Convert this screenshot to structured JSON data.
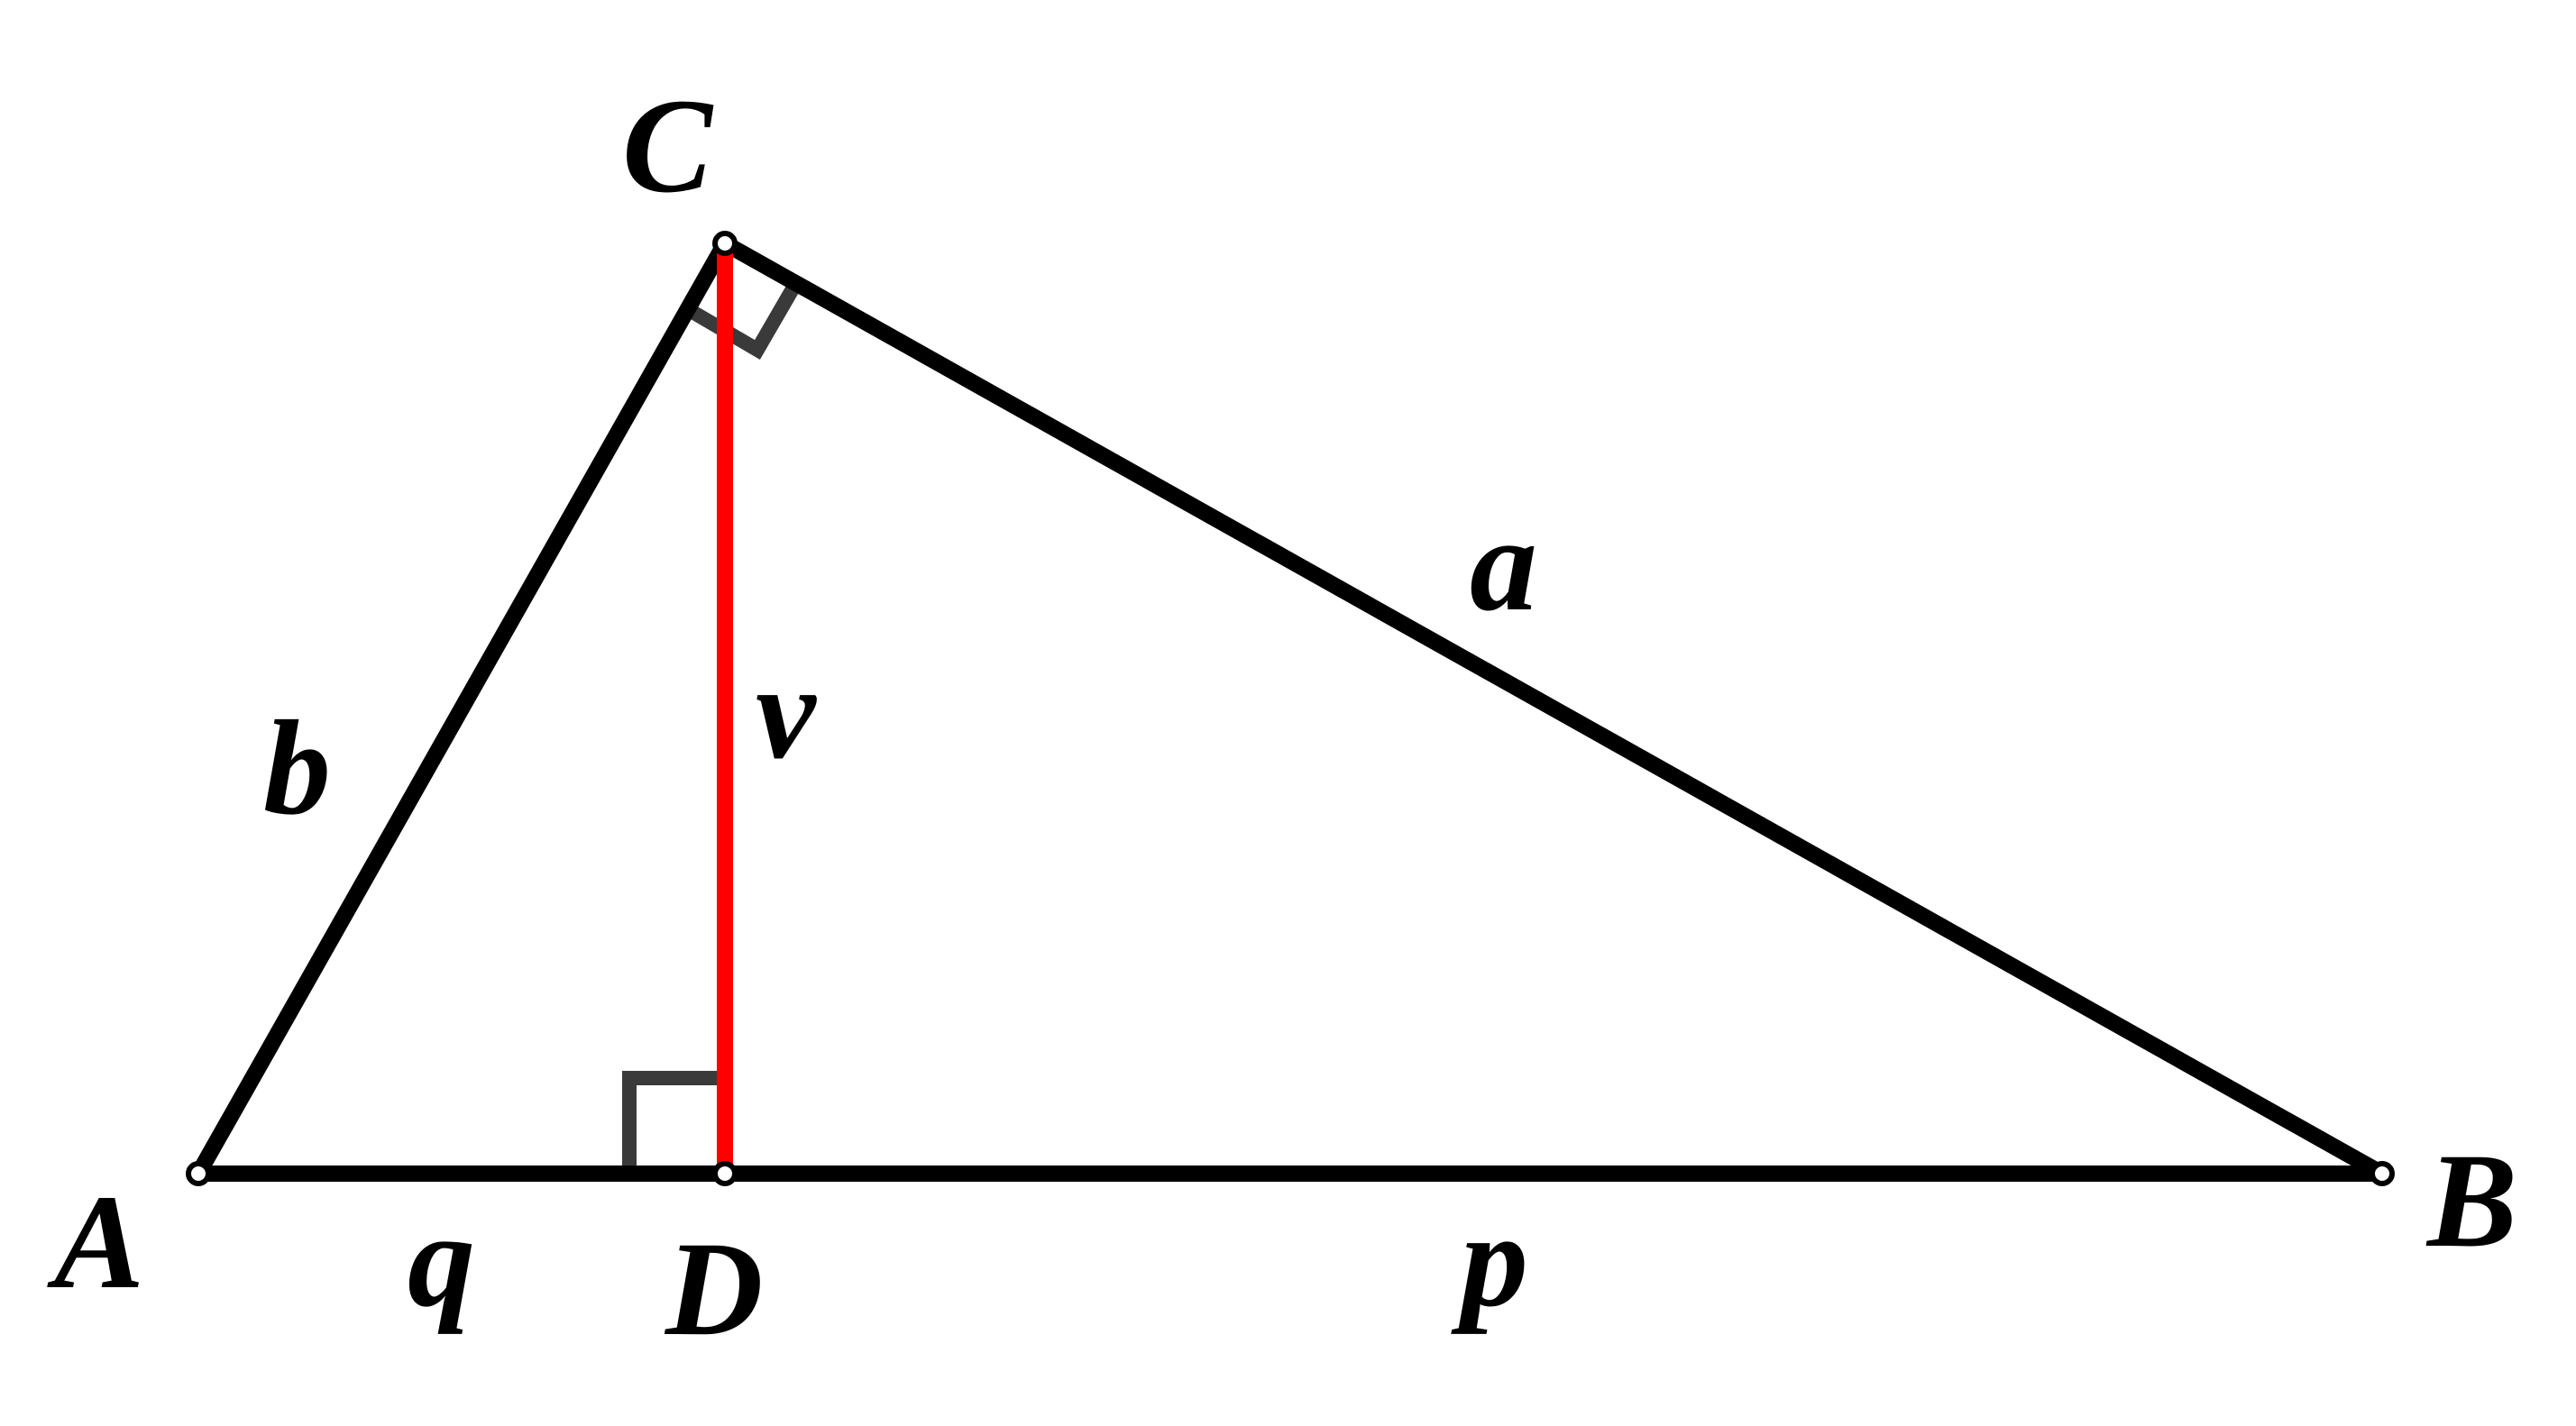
{
  "colors": {
    "background": "#ffffff",
    "side": "#000000",
    "altitude": "#ff0000",
    "right_angle_marker": "#3a3a3a",
    "point_fill": "#ffffff",
    "point_stroke": "#000000"
  },
  "points": {
    "A": {
      "label": "A"
    },
    "B": {
      "label": "B"
    },
    "C": {
      "label": "C"
    },
    "D": {
      "label": "D"
    }
  },
  "segments": {
    "a": {
      "label": "a"
    },
    "b": {
      "label": "b"
    },
    "v": {
      "label": "v"
    },
    "p": {
      "label": "p"
    },
    "q": {
      "label": "q"
    }
  },
  "right_angles": [
    "C",
    "D"
  ]
}
